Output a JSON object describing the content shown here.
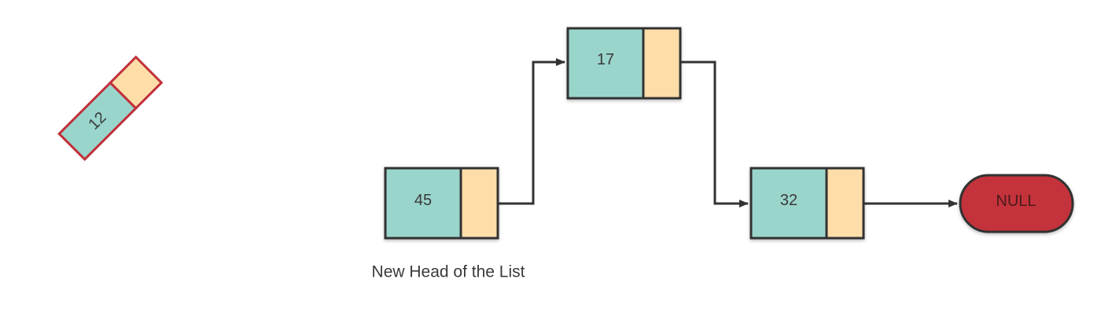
{
  "colors": {
    "data_cell": "#9ad5cc",
    "pointer_cell": "#fedda9",
    "node_border": "#333333",
    "detached_border": "#c0303a",
    "null_fill": "#c4313b",
    "connector": "#333333"
  },
  "detached_node": {
    "value": "12"
  },
  "list": {
    "nodes": [
      {
        "value": "45"
      },
      {
        "value": "17"
      },
      {
        "value": "32"
      }
    ],
    "terminator": "NULL"
  },
  "caption": "New Head of the List"
}
